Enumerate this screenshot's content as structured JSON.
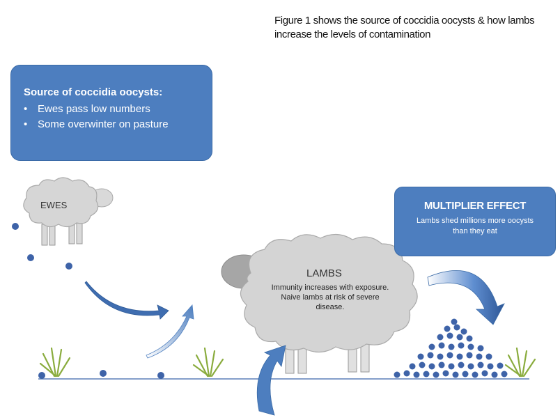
{
  "caption": "Figure 1 shows the source of coccidia oocysts & how lambs increase the levels of contamination",
  "source_box": {
    "title": "Source of coccidia oocysts:",
    "bullets": [
      "Ewes pass low numbers",
      "Some overwinter on pasture"
    ]
  },
  "multiplier_box": {
    "title": "MULTIPLIER EFFECT",
    "body": "Lambs shed millions more oocysts than they eat"
  },
  "ewes": {
    "label": "EWES"
  },
  "lambs": {
    "label": "LAMBS",
    "text": "Immunity increases with exposure.  Naive lambs at risk of severe disease."
  },
  "colors": {
    "box_fill": "#4d7ebf",
    "oocyst_dot": "#3e63a8",
    "sheep_body": "#d4d4d4",
    "arrow": "#4a7cc0",
    "grass": "#8aac3e"
  }
}
